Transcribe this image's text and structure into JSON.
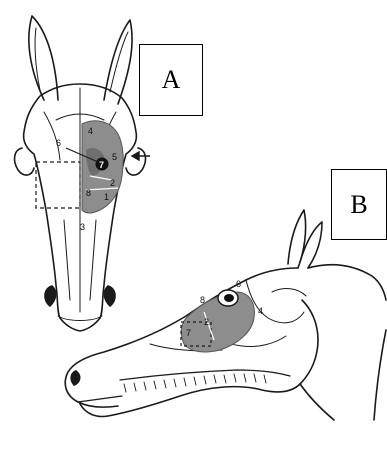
{
  "figure": {
    "panels": [
      {
        "label": "A",
        "view": "frontal"
      },
      {
        "label": "B",
        "view": "lateral"
      }
    ],
    "frontal_numbers": [
      "4",
      "5",
      "6",
      "7",
      "8",
      "2",
      "1",
      "3"
    ],
    "lateral_numbers": [
      "8",
      "6",
      "4",
      "7",
      "2"
    ],
    "colors": {
      "line": "#1a1a1a",
      "sinus_shade": "#8d8d8d",
      "sinus_shade_dark": "#6f6f6f",
      "eye": "#111111",
      "label_box_border": "#000000"
    },
    "icons": [
      "horse-skull-frontal-icon",
      "horse-head-lateral-icon",
      "arrow-icon"
    ]
  }
}
